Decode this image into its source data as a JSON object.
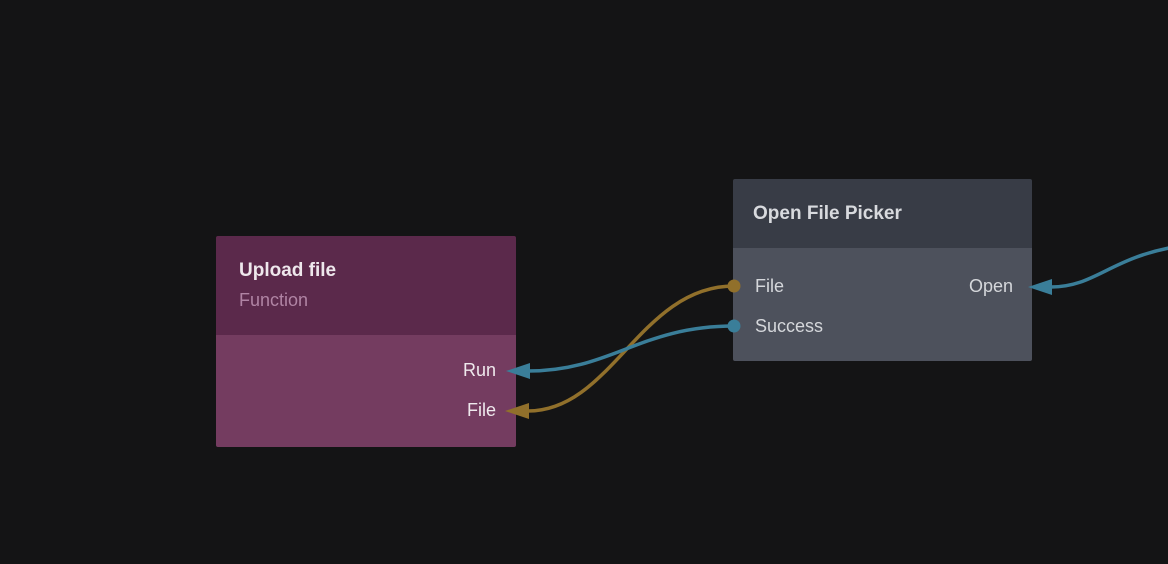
{
  "canvas": {
    "background_color": "#141415",
    "kind": "node-graph-editor"
  },
  "colors": {
    "teal_wire": "#3a7e99",
    "gold_wire": "#91702b",
    "upload_header": "#5b294b",
    "upload_body": "#743c60",
    "picker_header": "#383c46",
    "picker_body": "#4d515c"
  },
  "nodes": {
    "upload": {
      "title": "Upload file",
      "subtitle": "Function",
      "ports": {
        "run": {
          "label": "Run",
          "side": "right",
          "wire_color": "#3a7e99"
        },
        "file": {
          "label": "File",
          "side": "right",
          "wire_color": "#91702b"
        }
      }
    },
    "picker": {
      "title": "Open File Picker",
      "ports": {
        "file": {
          "label": "File",
          "side": "left",
          "wire_color": "#91702b"
        },
        "success": {
          "label": "Success",
          "side": "left",
          "wire_color": "#3a7e99"
        },
        "open": {
          "label": "Open",
          "side": "right",
          "wire_color": "#3a7e99"
        }
      }
    }
  },
  "wires": [
    {
      "name": "picker-file-to-upload-file",
      "color": "#91702b"
    },
    {
      "name": "picker-success-to-upload-run",
      "color": "#3a7e99"
    },
    {
      "name": "offscreen-right-to-picker-open",
      "color": "#3a7e99"
    }
  ]
}
